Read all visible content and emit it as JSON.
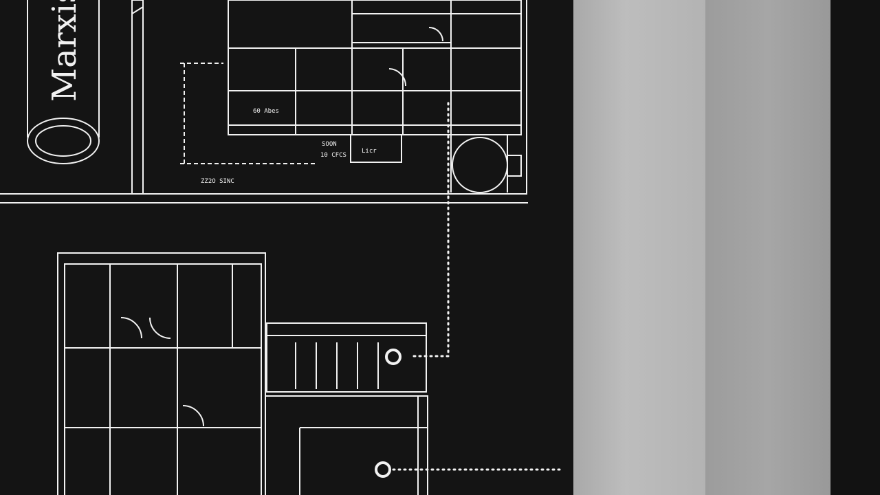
{
  "image": {
    "left_plan": {
      "labels": {
        "room_label": "60 Abes",
        "size_label": "SOON",
        "size_sub": "10 CFCS",
        "bottom_label": "ZZ2O SINC",
        "door_label": "Licr"
      }
    },
    "badge": {
      "text": "Marxis"
    },
    "colors": {
      "background": "#141414",
      "lines": "#f2f2f2",
      "concrete_light": "#b8b8b8",
      "concrete_dark": "#a0a0a0"
    }
  }
}
